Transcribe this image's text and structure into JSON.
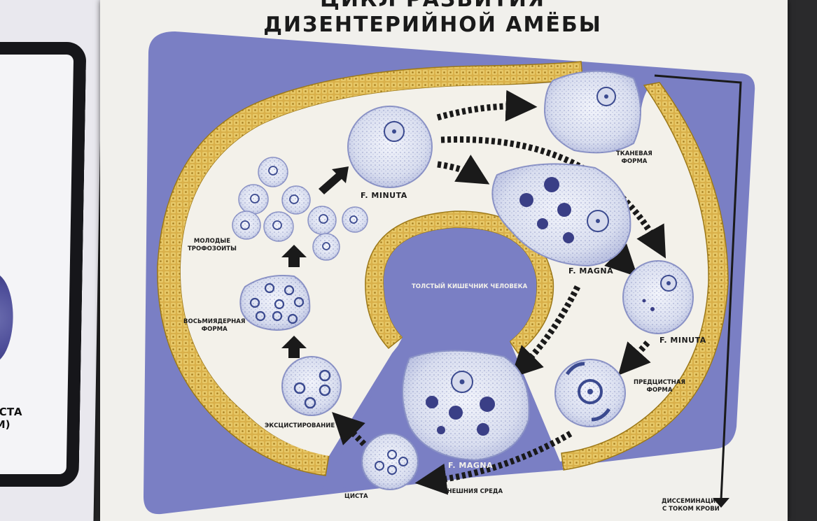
{
  "title": {
    "line1": "ЦИКЛ РАЗВИТИЯ",
    "line2": "ДИЗЕНТЕРИЙНОЙ АМЁБЫ"
  },
  "labels": {
    "minuta_top": "F. MINUTA",
    "young_trophozoites": "МОЛОДЫЕ\nТРОФОЗОИТЫ",
    "eight_nuclear": "ВОСЬМИЯДЕРНАЯ\nФОРМА",
    "excystation": "ЭКСЦИСТИРОВАНИЕ",
    "cyst": "ЦИСТА",
    "magna_bottom": "F. MAGNA",
    "external_env": "ВНЕШНИЯ СРЕДА",
    "colon": "ТОЛСТЫЙ КИШЕЧНИК ЧЕЛОВЕКА",
    "magna_mid": "F. MAGNA",
    "minuta_right": "F. MINUTA",
    "tissue_form": "ТКАНЕВАЯ\nФОРМА",
    "precyst_form": "ПРЕДЦИСТНАЯ\nФОРМА",
    "dissemination": "ДИССЕМИНАЦИЯ\nС ТОКОМ КРОВИ"
  },
  "left_poster": {
    "caption": "ИСТА\n(М)"
  },
  "colors": {
    "lumen_blue": "#7a7fc4",
    "wall_gold": "#c9a43a",
    "paper": "#f3f1ea",
    "cell_fill": "#dfe3f1",
    "nucleus": "#3b4a8f",
    "arrow": "#1a1a1a"
  }
}
